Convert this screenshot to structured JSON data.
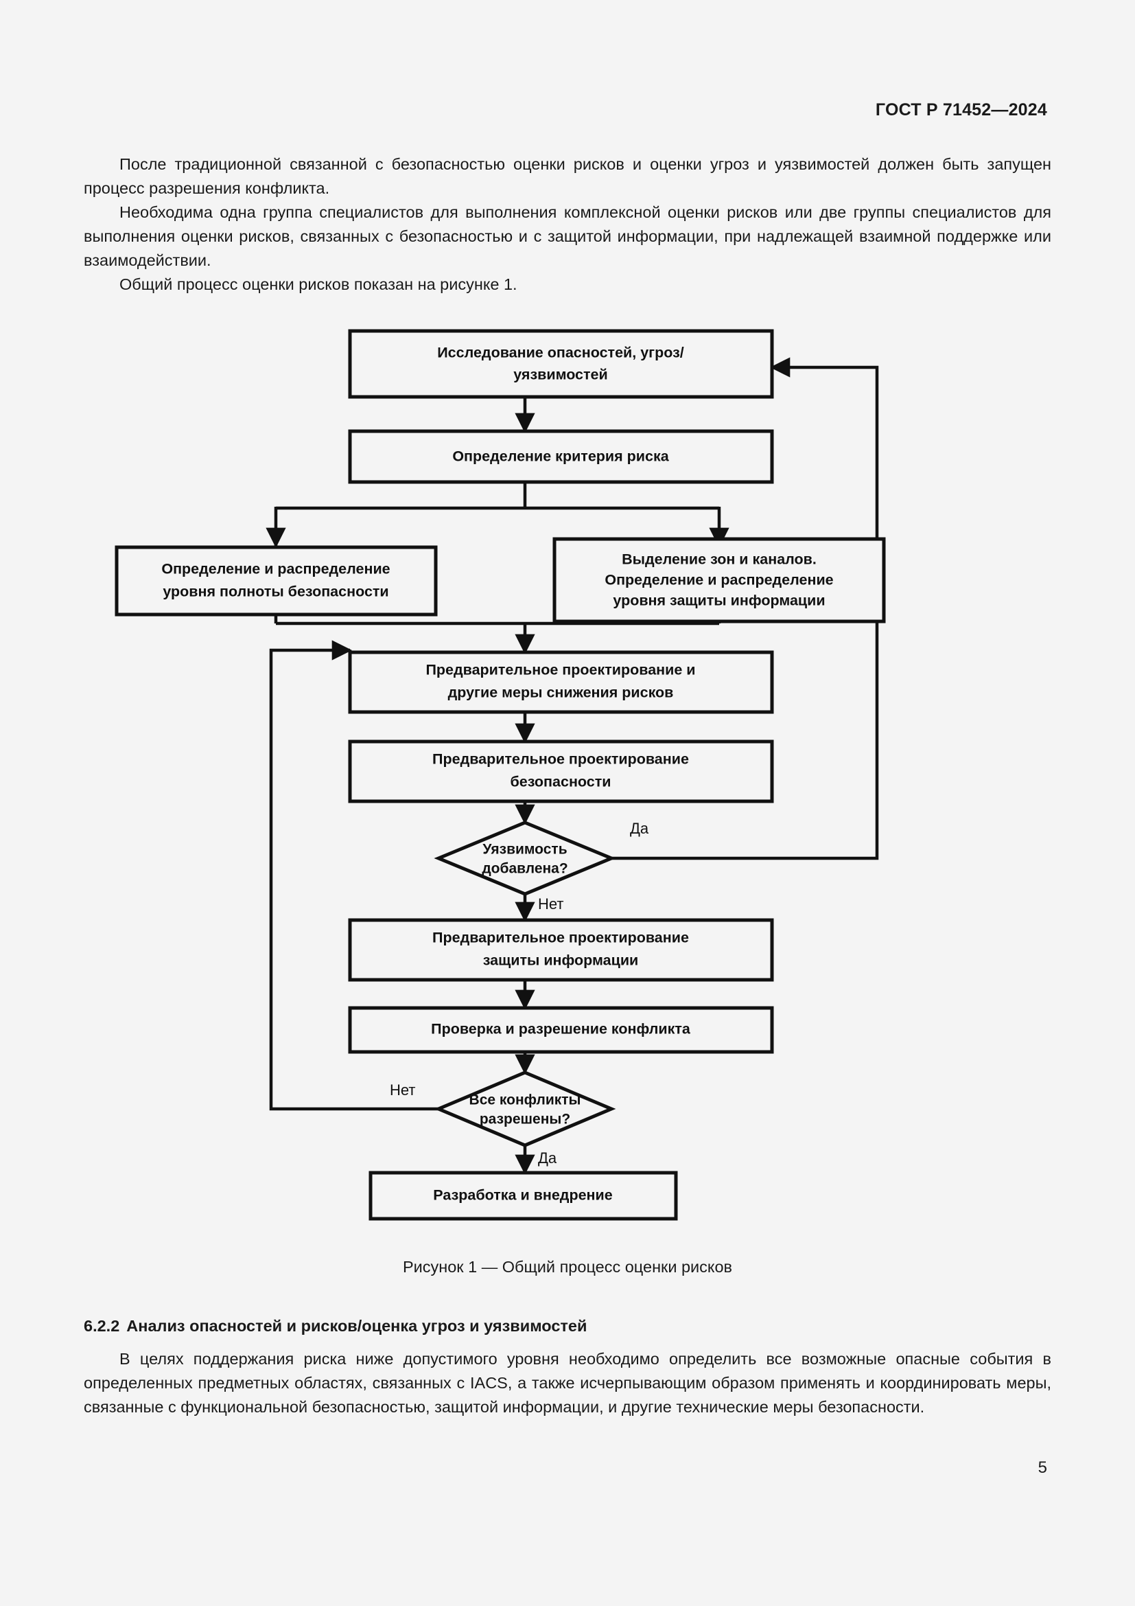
{
  "document": {
    "standard_header": "ГОСТ Р 71452—2024",
    "page_number": "5"
  },
  "intro": {
    "paragraph_1": "После традиционной связанной с безопасностью оценки рисков и оценки угроз и уязвимостей должен быть запущен процесс разрешения конфликта.",
    "paragraph_2": "Необходима одна группа специалистов для выполнения комплексной оценки рисков или две группы специалистов для выполнения оценки рисков, связанных с безопасностью и с защитой информации, при надлежащей взаимной поддержке или взаимодействии.",
    "paragraph_3": "Общий процесс оценки рисков показан на рисунке 1."
  },
  "figure": {
    "caption": "Рисунок 1 — Общий процесс оценки рисков",
    "nodes": {
      "n1": {
        "line1": "Исследование опасностей, угроз/",
        "line2": "уязвимостей"
      },
      "n2": {
        "line1": "Определение критерия риска"
      },
      "n3": {
        "line1": "Определение и распределение",
        "line2": "уровня полноты безопасности"
      },
      "n4": {
        "line1": "Выделение зон и каналов.",
        "line2": "Определение и распределение",
        "line3": "уровня защиты информации"
      },
      "n5": {
        "line1": "Предварительное проектирование и",
        "line2": "другие меры снижения рисков"
      },
      "n6": {
        "line1": "Предварительное проектирование",
        "line2": "безопасности"
      },
      "d1": {
        "line1": "Уязвимость",
        "line2": "добавлена?"
      },
      "n7": {
        "line1": "Предварительное проектирование",
        "line2": "защиты информации"
      },
      "n8": {
        "line1": "Проверка и разрешение конфликта"
      },
      "d2": {
        "line1": "Все конфликты",
        "line2": "разрешены?"
      },
      "n9": {
        "line1": "Разработка и внедрение"
      }
    },
    "edge_labels": {
      "d1_yes": "Да",
      "d1_no": "Нет",
      "d2_no": "Нет",
      "d2_yes": "Да"
    }
  },
  "section": {
    "number": "6.2.2",
    "title": "Анализ опасностей и рисков/оценка угроз и уязвимостей",
    "paragraph": "В целях поддержания риска ниже допустимого уровня необходимо определить все возможные опасные события в определенных предметных областях, связанных с IACS, а также исчерпывающим образом применять и координировать меры, связанные с функциональной безопасностью, защитой информации, и другие технические меры безопасности."
  }
}
